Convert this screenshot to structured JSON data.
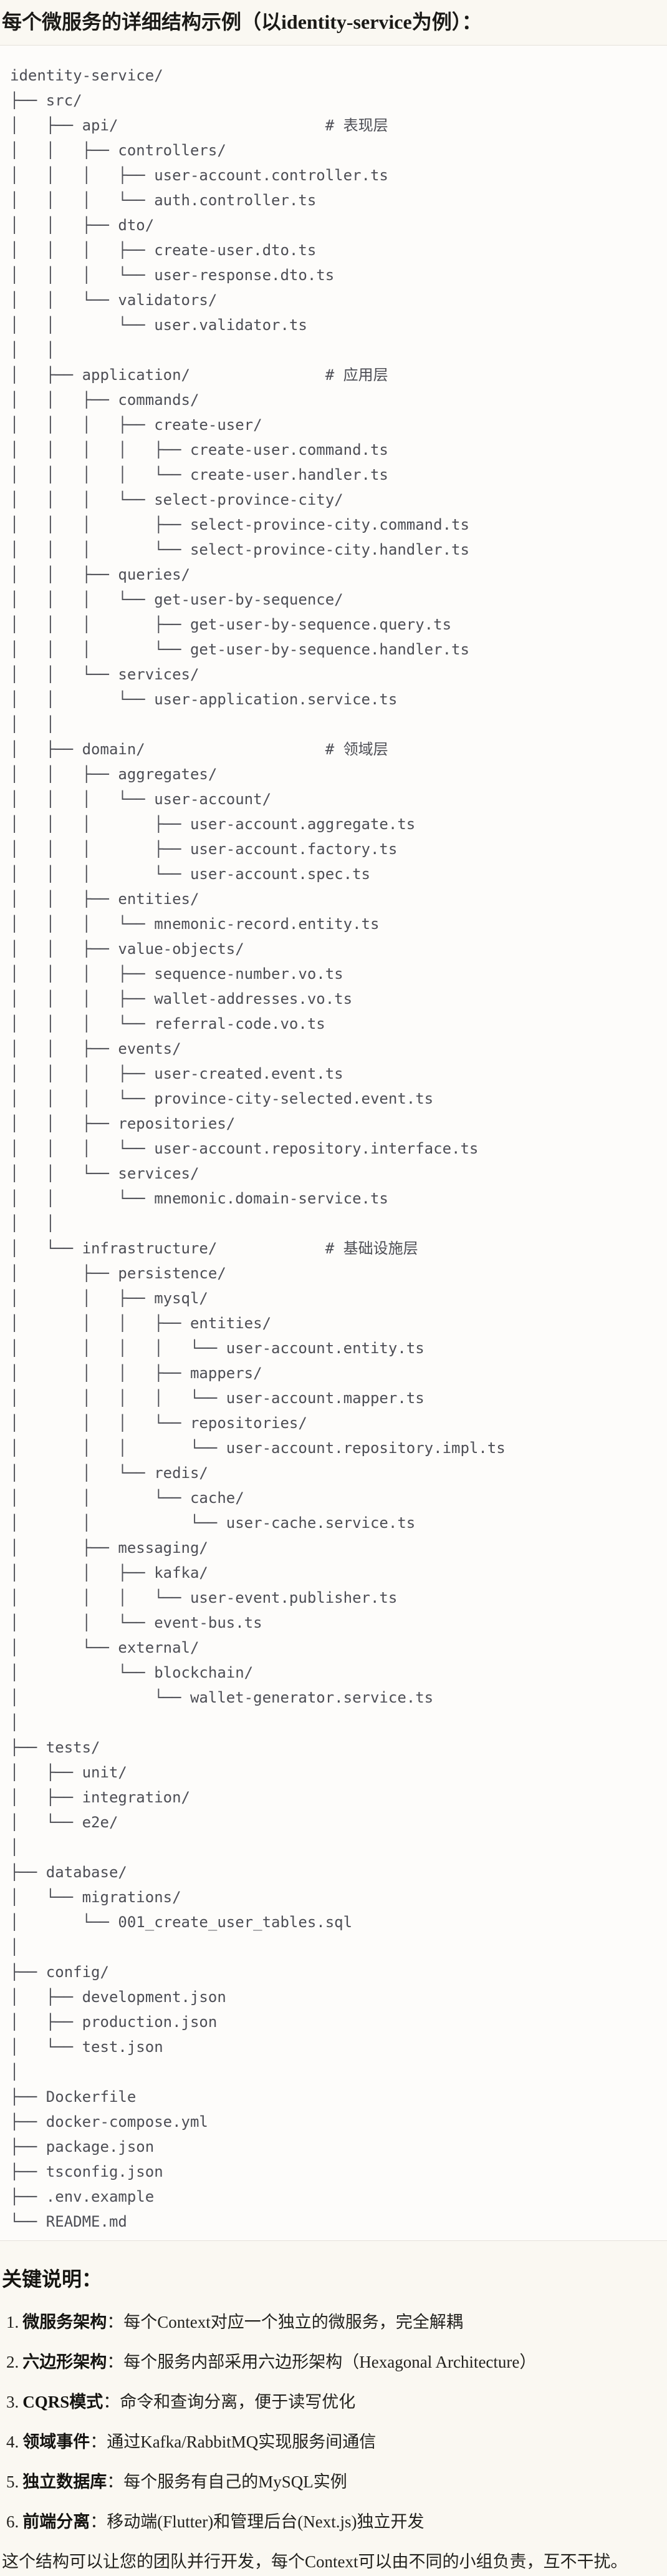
{
  "page": {
    "title": "每个微服务的详细结构示例（以identity-service为例）：",
    "bg_color": "#faf8f2",
    "text_color": "#23221e"
  },
  "code_block": {
    "bg_color": "#fdfcfa",
    "border_color": "#e5e2da",
    "text_color": "#4d4e55",
    "layer_comments": [
      "# 表现层",
      "# 应用层",
      "# 领域层",
      "# 基础设施层"
    ],
    "tree_lines": [
      "identity-service/",
      "├── src/",
      "│   ├── api/                       # 表现层",
      "│   │   ├── controllers/",
      "│   │   │   ├── user-account.controller.ts",
      "│   │   │   └── auth.controller.ts",
      "│   │   ├── dto/",
      "│   │   │   ├── create-user.dto.ts",
      "│   │   │   └── user-response.dto.ts",
      "│   │   └── validators/",
      "│   │       └── user.validator.ts",
      "│   │",
      "│   ├── application/               # 应用层",
      "│   │   ├── commands/",
      "│   │   │   ├── create-user/",
      "│   │   │   │   ├── create-user.command.ts",
      "│   │   │   │   └── create-user.handler.ts",
      "│   │   │   └── select-province-city/",
      "│   │   │       ├── select-province-city.command.ts",
      "│   │   │       └── select-province-city.handler.ts",
      "│   │   ├── queries/",
      "│   │   │   └── get-user-by-sequence/",
      "│   │   │       ├── get-user-by-sequence.query.ts",
      "│   │   │       └── get-user-by-sequence.handler.ts",
      "│   │   └── services/",
      "│   │       └── user-application.service.ts",
      "│   │",
      "│   ├── domain/                    # 领域层",
      "│   │   ├── aggregates/",
      "│   │   │   └── user-account/",
      "│   │   │       ├── user-account.aggregate.ts",
      "│   │   │       ├── user-account.factory.ts",
      "│   │   │       └── user-account.spec.ts",
      "│   │   ├── entities/",
      "│   │   │   └── mnemonic-record.entity.ts",
      "│   │   ├── value-objects/",
      "│   │   │   ├── sequence-number.vo.ts",
      "│   │   │   ├── wallet-addresses.vo.ts",
      "│   │   │   └── referral-code.vo.ts",
      "│   │   ├── events/",
      "│   │   │   ├── user-created.event.ts",
      "│   │   │   └── province-city-selected.event.ts",
      "│   │   ├── repositories/",
      "│   │   │   └── user-account.repository.interface.ts",
      "│   │   └── services/",
      "│   │       └── mnemonic.domain-service.ts",
      "│   │",
      "│   └── infrastructure/            # 基础设施层",
      "│       ├── persistence/",
      "│       │   ├── mysql/",
      "│       │   │   ├── entities/",
      "│       │   │   │   └── user-account.entity.ts",
      "│       │   │   ├── mappers/",
      "│       │   │   │   └── user-account.mapper.ts",
      "│       │   │   └── repositories/",
      "│       │   │       └── user-account.repository.impl.ts",
      "│       │   └── redis/",
      "│       │       └── cache/",
      "│       │           └── user-cache.service.ts",
      "│       ├── messaging/",
      "│       │   ├── kafka/",
      "│       │   │   └── user-event.publisher.ts",
      "│       │   └── event-bus.ts",
      "│       └── external/",
      "│           └── blockchain/",
      "│               └── wallet-generator.service.ts",
      "│",
      "├── tests/",
      "│   ├── unit/",
      "│   ├── integration/",
      "│   └── e2e/",
      "│",
      "├── database/",
      "│   └── migrations/",
      "│       └── 001_create_user_tables.sql",
      "│",
      "├── config/",
      "│   ├── development.json",
      "│   ├── production.json",
      "│   └── test.json",
      "│",
      "├── Dockerfile",
      "├── docker-compose.yml",
      "├── package.json",
      "├── tsconfig.json",
      "├── .env.example",
      "└── README.md"
    ]
  },
  "notes": {
    "heading": "关键说明：",
    "items": [
      {
        "num": "1.",
        "label": "微服务架构",
        "text": "：每个Context对应一个独立的微服务，完全解耦"
      },
      {
        "num": "2.",
        "label": "六边形架构",
        "text": "：每个服务内部采用六边形架构（Hexagonal Architecture）"
      },
      {
        "num": "3.",
        "label": "CQRS模式",
        "text": "：命令和查询分离，便于读写优化"
      },
      {
        "num": "4.",
        "label": "领域事件",
        "text": "：通过Kafka/RabbitMQ实现服务间通信"
      },
      {
        "num": "5.",
        "label": "独立数据库",
        "text": "：每个服务有自己的MySQL实例"
      },
      {
        "num": "6.",
        "label": "前端分离",
        "text": "：移动端(Flutter)和管理后台(Next.js)独立开发"
      }
    ],
    "footer": "这个结构可以让您的团队并行开发，每个Context可以由不同的小组负责，互不干扰。"
  }
}
